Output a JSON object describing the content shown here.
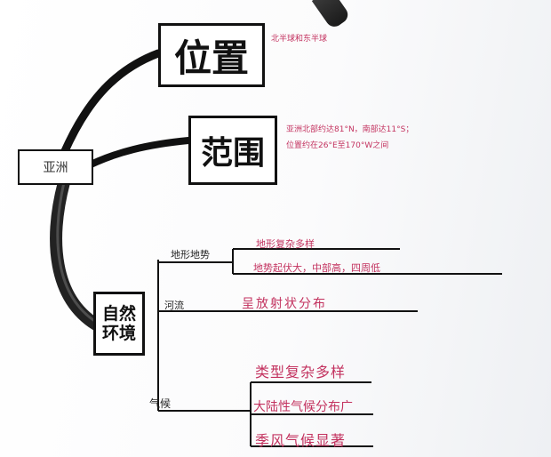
{
  "root": {
    "label": "亚洲"
  },
  "nodes": {
    "position": {
      "label": "位置",
      "note": "北半球和东半球"
    },
    "range": {
      "label": "范围",
      "note_line1": "亚洲北部约达81°N，南部达11°S；",
      "note_line2": "位置约在26°E至170°W之间"
    },
    "nature": {
      "label_line1": "自然",
      "label_line2": "环境"
    }
  },
  "branches": {
    "terrain": {
      "label": "地形地势",
      "items": [
        "地形复杂多样",
        "地势起伏大，中部高，四周低"
      ]
    },
    "rivers": {
      "label": "河流",
      "items": [
        "呈放射状分布"
      ]
    },
    "climate": {
      "label": "气候",
      "items": [
        "类型复杂多样",
        "大陆性气候分布广",
        "季风气候显著"
      ]
    }
  },
  "colors": {
    "ink": "#111111",
    "note": "#c3325f"
  }
}
